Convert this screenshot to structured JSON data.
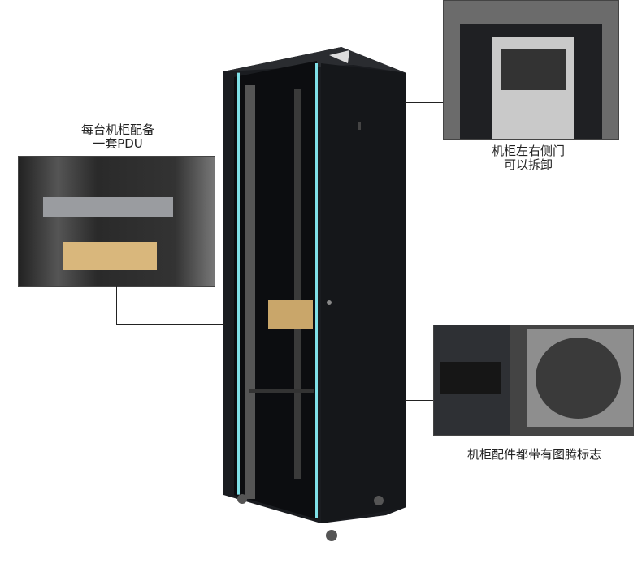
{
  "captions": {
    "pdu_line1": "每台机柜配备",
    "pdu_line2": "一套PDU",
    "door_line1": "机柜左右侧门",
    "door_line2": "可以拆卸",
    "logo": "机柜配件都带有图腾标志"
  },
  "colors": {
    "cabinet": "#111418",
    "accent_strip": "#7fe0e8",
    "background": "#ffffff"
  }
}
